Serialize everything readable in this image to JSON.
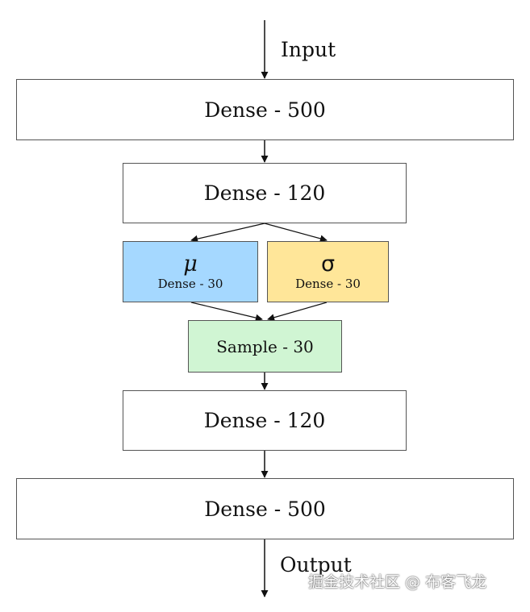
{
  "diagram": {
    "input_label": "Input",
    "output_label": "Output",
    "layers": {
      "dense_500_top": "Dense - 500",
      "dense_120_top": "Dense - 120",
      "mu": {
        "symbol": "μ",
        "label": "Dense - 30",
        "fill": "#a5d8ff"
      },
      "sigma": {
        "symbol": "σ",
        "label": "Dense - 30",
        "fill": "#ffe699"
      },
      "sample": {
        "label": "Sample - 30",
        "fill": "#d0f5d3"
      },
      "dense_120_bottom": "Dense - 120",
      "dense_500_bottom": "Dense - 500"
    },
    "watermark": "掘金技术社区 @ 布客飞龙"
  }
}
